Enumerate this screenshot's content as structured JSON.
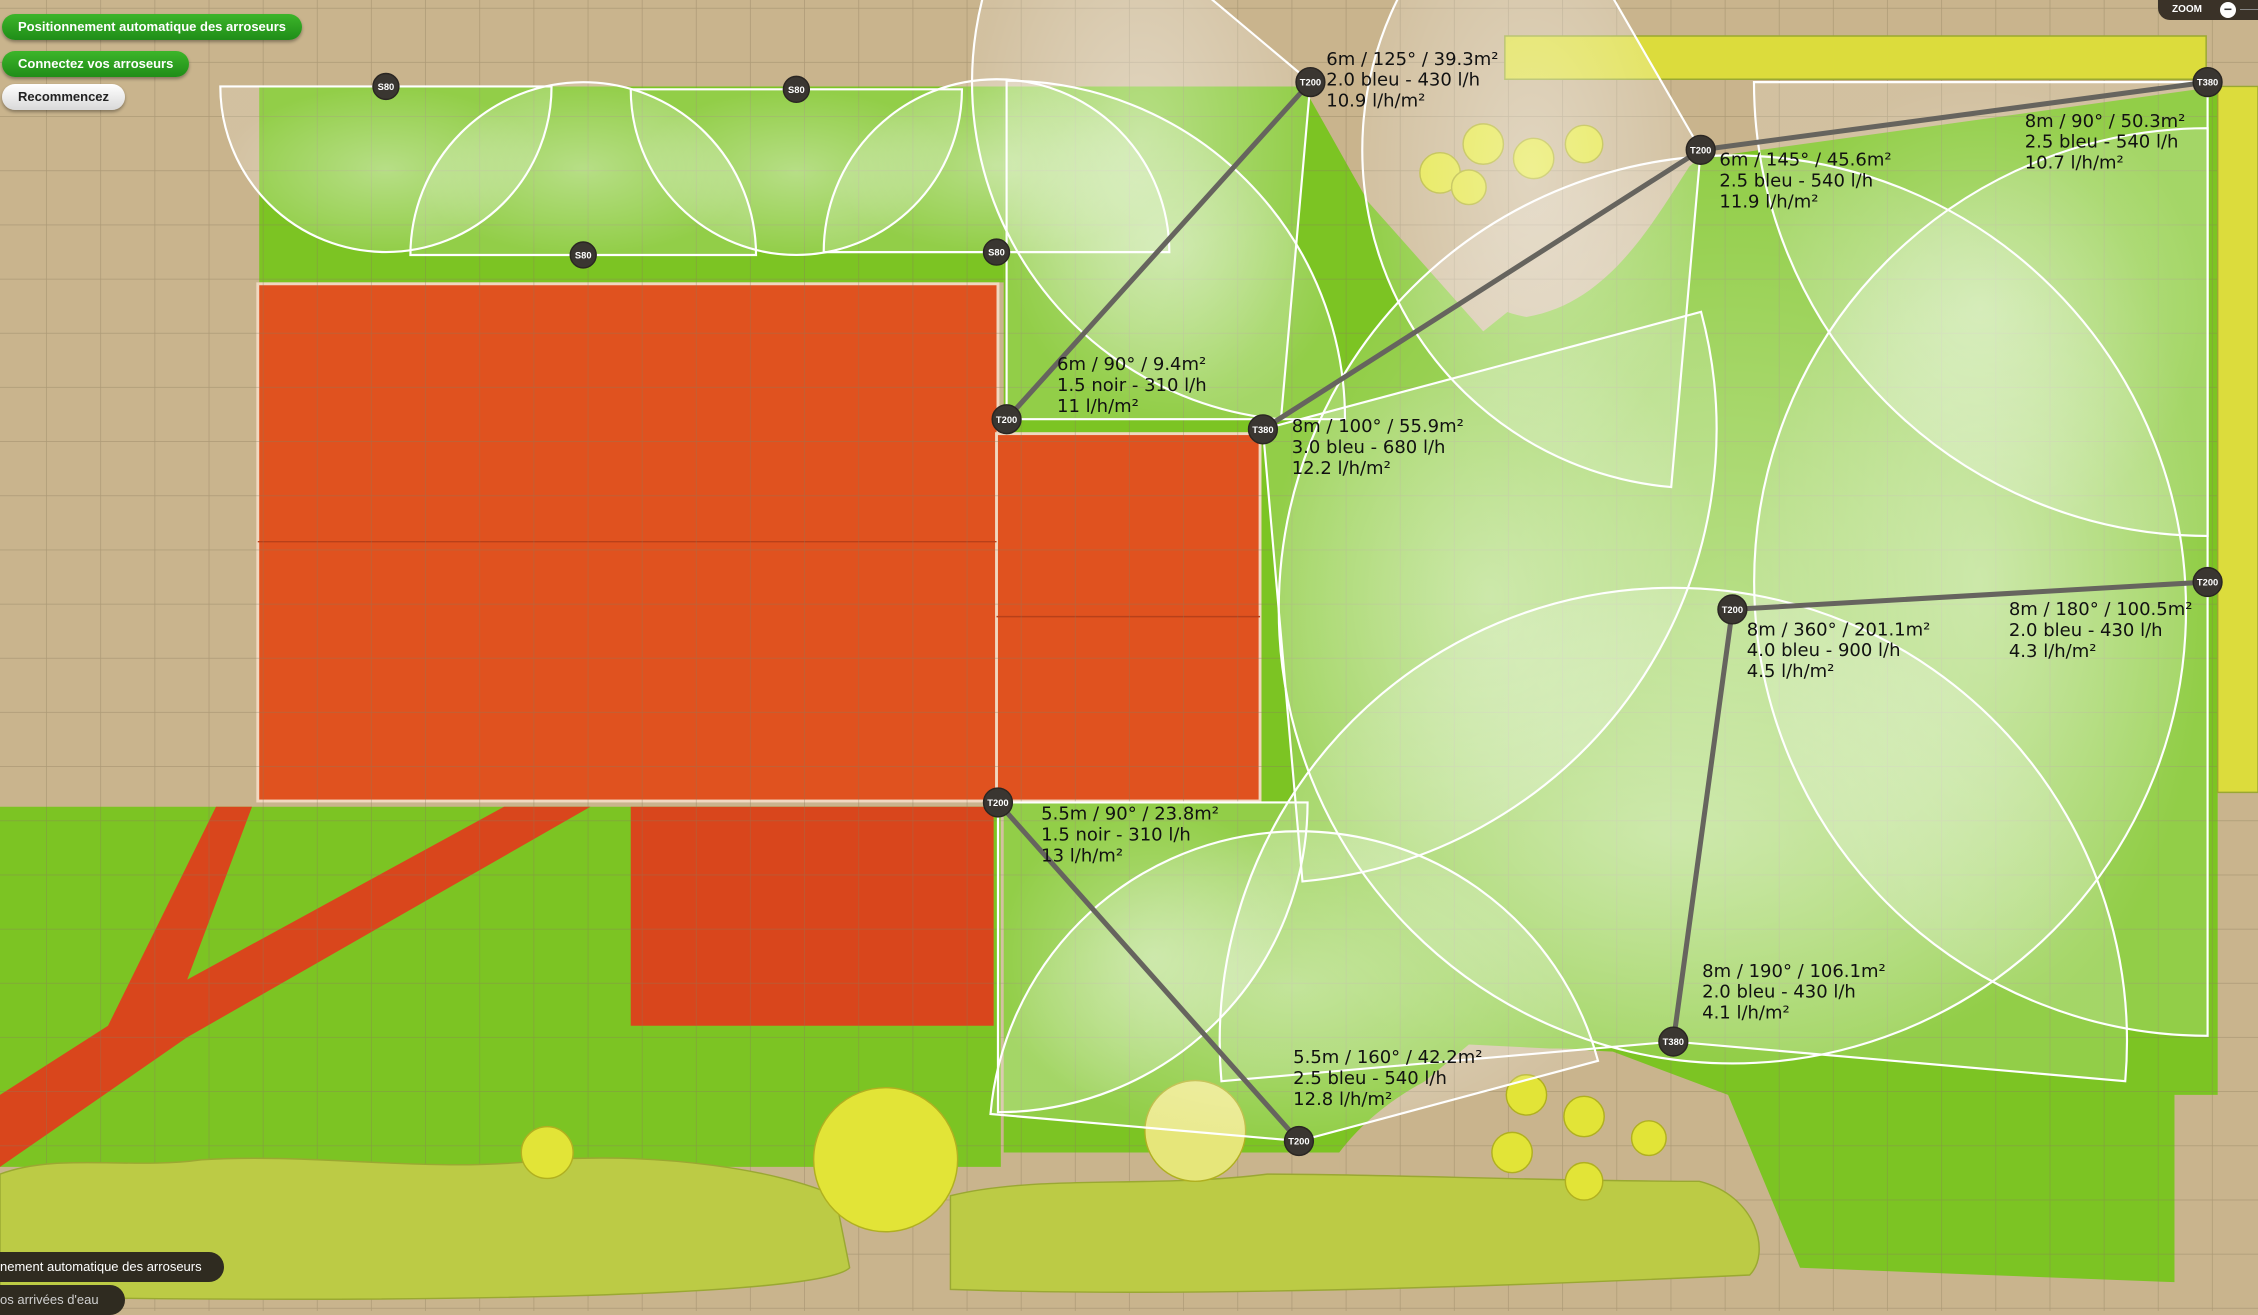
{
  "toolbar": {
    "auto_position": "Positionnement automatique des arroseurs",
    "connect": "Connectez vos arroseurs",
    "restart": "Recommencez"
  },
  "zoom": {
    "label": "ZOOM",
    "minus": "−"
  },
  "bottom_bar": {
    "auto_position": "nement automatique des arroseurs",
    "water_inlets": "os arrivées d'eau"
  },
  "colors": {
    "lawn": "#7cc423",
    "house": "#e0521f",
    "ground": "#c9b48d",
    "hedge": "#bccb45",
    "button_green": "#2aa11f"
  },
  "sprinklers": [
    {
      "model": "S80"
    },
    {
      "model": "S80"
    },
    {
      "model": "S80"
    },
    {
      "model": "S80"
    },
    {
      "model": "T200"
    },
    {
      "model": "T200"
    },
    {
      "model": "T380"
    },
    {
      "model": "T200"
    },
    {
      "model": "T380"
    },
    {
      "model": "T200"
    },
    {
      "model": "T200"
    },
    {
      "model": "T200"
    },
    {
      "model": "T200"
    },
    {
      "model": "T380"
    }
  ],
  "specs": [
    {
      "l1": "6m / 125° / 39.3m²",
      "l2": "2.0 bleu - 430 l/h",
      "l3": "10.9 l/h/m²"
    },
    {
      "l1": "6m / 145° / 45.6m²",
      "l2": "2.5 bleu - 540 l/h",
      "l3": "11.9 l/h/m²"
    },
    {
      "l1": "8m / 90° / 50.3m²",
      "l2": "2.5 bleu - 540 l/h",
      "l3": "10.7 l/h/m²"
    },
    {
      "l1": "6m / 90° / 9.4m²",
      "l2": "1.5 noir - 310 l/h",
      "l3": "11 l/h/m²"
    },
    {
      "l1": "8m / 100° / 55.9m²",
      "l2": "3.0 bleu - 680 l/h",
      "l3": "12.2 l/h/m²"
    },
    {
      "l1": "8m / 360° / 201.1m²",
      "l2": "4.0 bleu - 900 l/h",
      "l3": "4.5 l/h/m²"
    },
    {
      "l1": "8m / 180° / 100.5m²",
      "l2": "2.0 bleu - 430 l/h",
      "l3": "4.3 l/h/m²"
    },
    {
      "l1": "5.5m / 90° / 23.8m²",
      "l2": "1.5 noir - 310 l/h",
      "l3": "13 l/h/m²"
    },
    {
      "l1": "8m / 190° / 106.1m²",
      "l2": "2.0 bleu - 430 l/h",
      "l3": "4.1 l/h/m²"
    },
    {
      "l1": "5.5m / 160° / 42.2m²",
      "l2": "2.5 bleu - 540 l/h",
      "l3": "12.8 l/h/m²"
    }
  ]
}
